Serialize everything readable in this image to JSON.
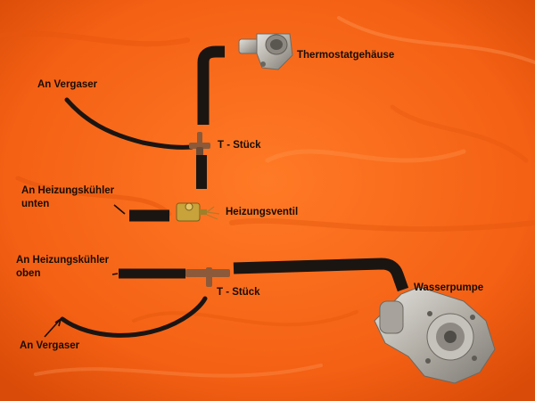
{
  "labels": {
    "thermostat": "Thermostatgehäuse",
    "carb_top": "An Vergaser",
    "tee_top": "T - Stück",
    "heater_low_1": "An Heizungskühler",
    "heater_low_2": "unten",
    "valve": "Heizungsventil",
    "heater_high_1": "An Heizungskühler",
    "heater_high_2": "oben",
    "pump": "Wasserpumpe",
    "tee_bottom": "T - Stück",
    "carb_bottom": "An Vergaser"
  },
  "colors": {
    "background": "#ff6a1a",
    "hose": "#1b1512",
    "metal": "#b9b5ae",
    "brass": "#c8a23a",
    "text": "#1a0d05"
  }
}
